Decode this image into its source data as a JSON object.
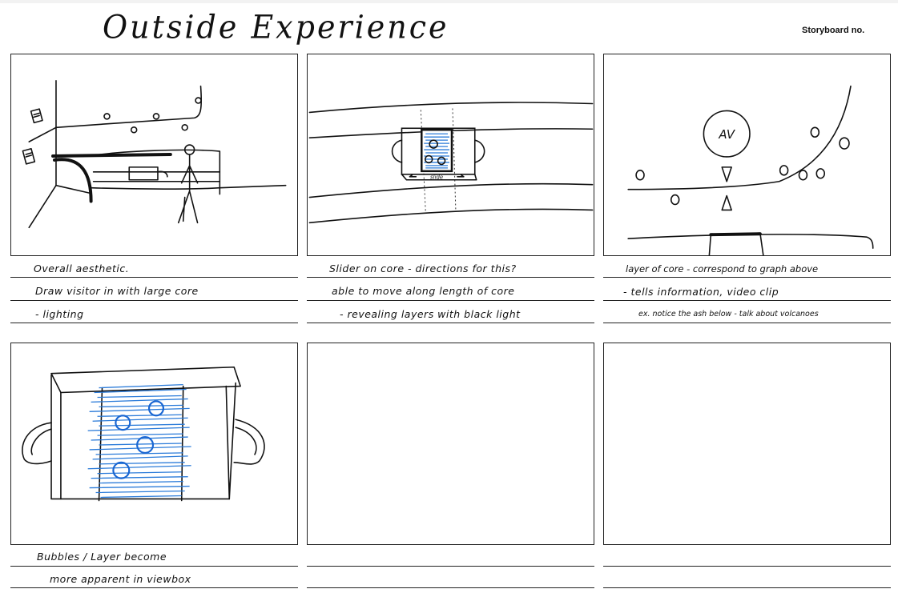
{
  "header": {
    "title": "Outside Experience",
    "storyboard_label": "Storyboard no."
  },
  "panels": [
    {
      "sketch_labels": [],
      "notes": [
        "Overall aesthetic.",
        "Draw visitor in with large core",
        "- lighting"
      ]
    },
    {
      "sketch_labels": [
        "slide"
      ],
      "notes": [
        "Slider on core - directions for this?",
        "able to move along length of core",
        "- revealing layers with black light"
      ]
    },
    {
      "sketch_labels": [
        "AV"
      ],
      "notes": [
        "layer of core - correspond to graph above",
        "- tells information, video clip",
        "ex. notice the ash below - talk about volcanoes"
      ]
    },
    {
      "sketch_labels": [],
      "notes": [
        "Bubbles / Layer become",
        "more apparent in viewbox"
      ]
    },
    {
      "sketch_labels": [],
      "notes": []
    },
    {
      "sketch_labels": [],
      "notes": []
    }
  ],
  "colors": {
    "ink": "#111111",
    "marker_blue": "#2b7bd9",
    "page": "#ffffff"
  }
}
